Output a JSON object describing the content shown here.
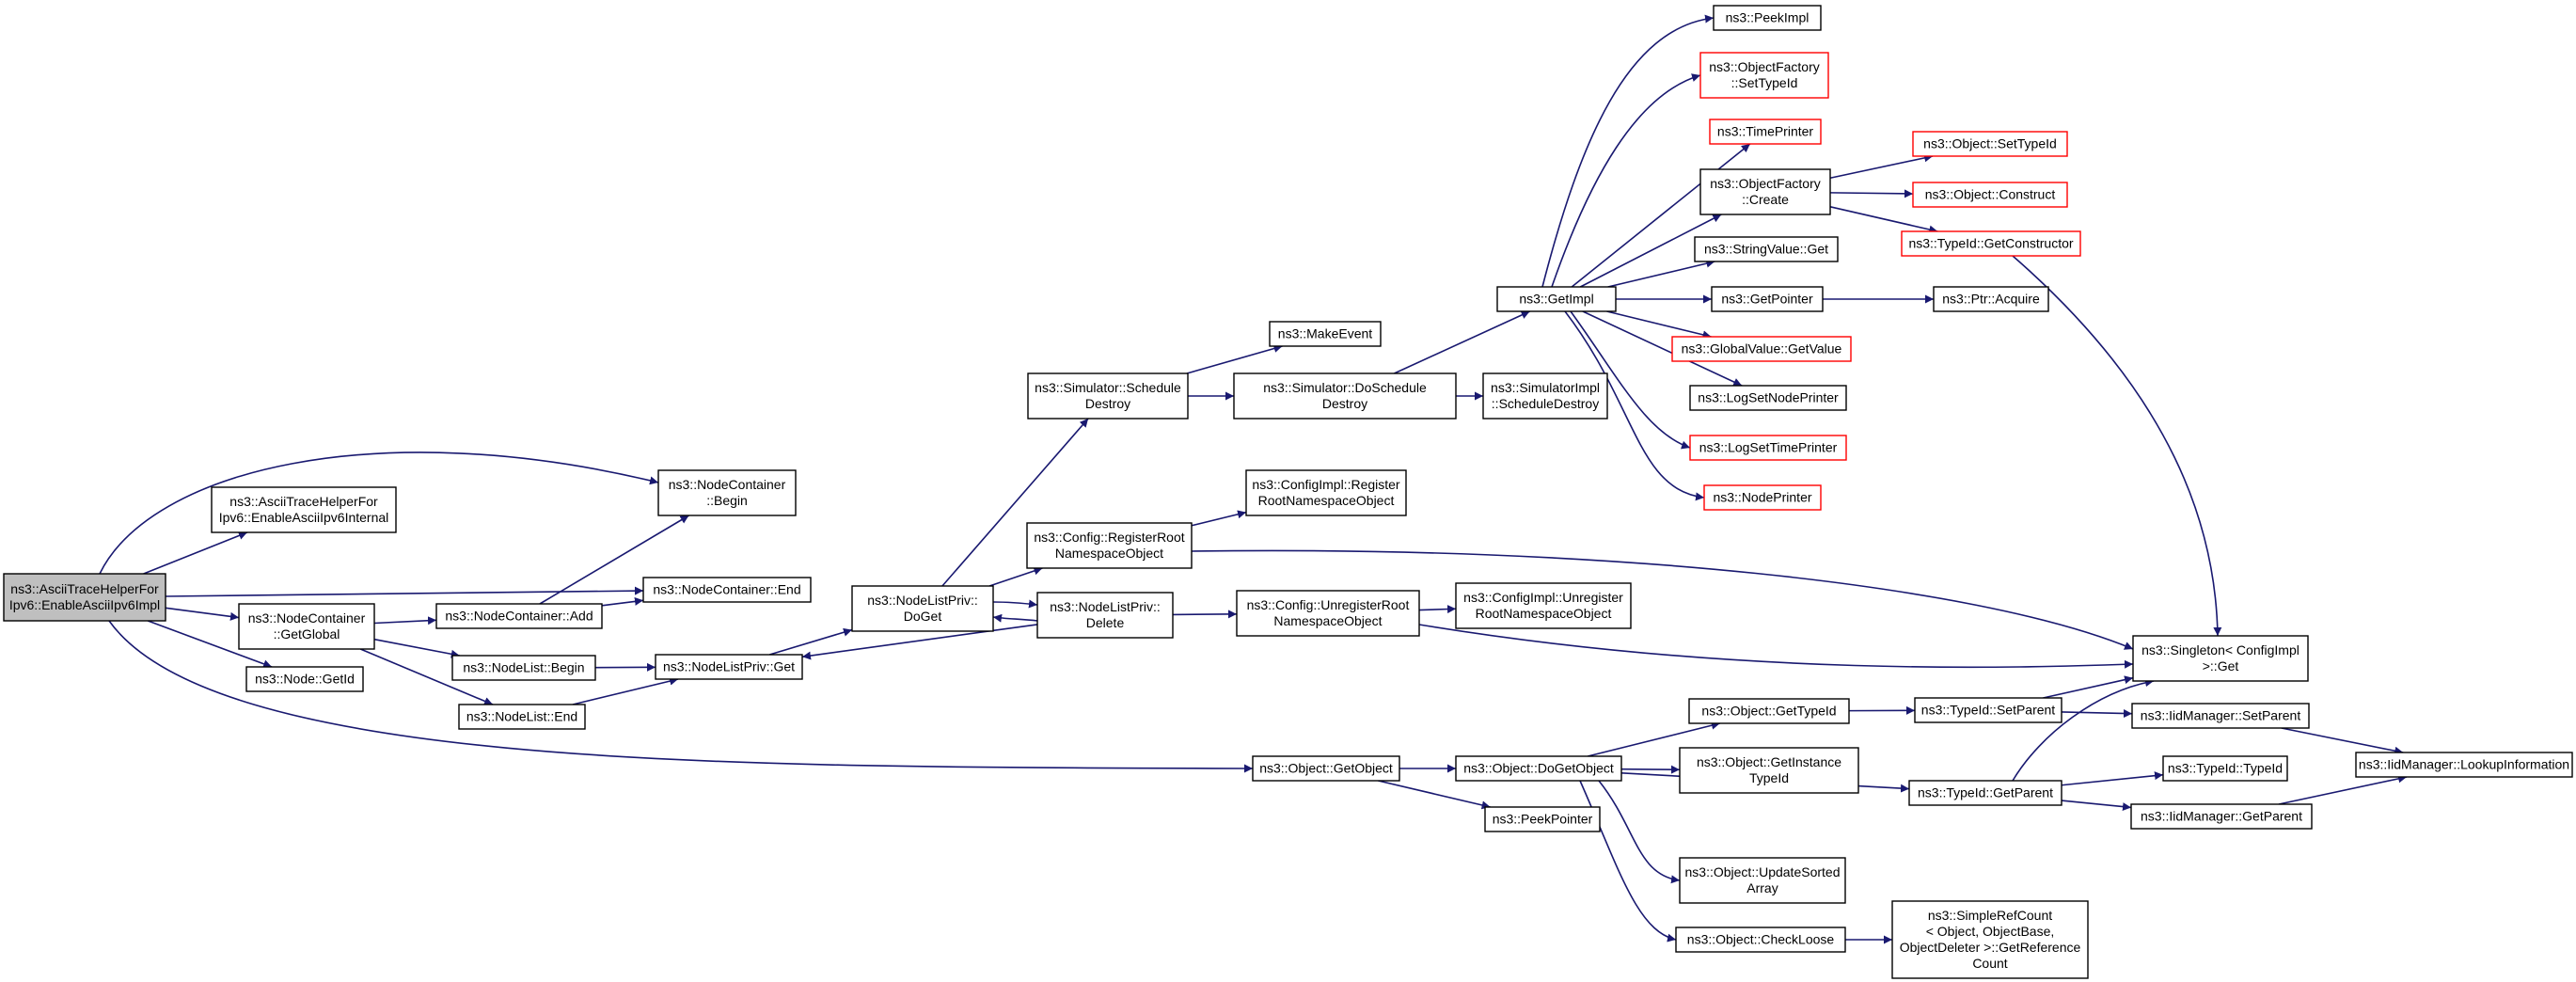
{
  "colors": {
    "edge": "#191970",
    "node_border": "#000000",
    "node_border_external": "#ff0000",
    "root_fill": "#bfbfbf",
    "node_fill": "#ffffff",
    "text": "#000000"
  },
  "nodes": [
    {
      "id": "root",
      "lines": [
        "ns3::AsciiTraceHelperFor",
        "Ipv6::EnableAsciiIpv6Impl"
      ],
      "style": "root"
    },
    {
      "id": "enableInternal",
      "lines": [
        "ns3::AsciiTraceHelperFor",
        "Ipv6::EnableAsciiIpv6Internal"
      ],
      "style": "normal"
    },
    {
      "id": "ncBegin",
      "lines": [
        "ns3::NodeContainer",
        "::Begin"
      ],
      "style": "normal"
    },
    {
      "id": "ncEnd",
      "lines": [
        "ns3::NodeContainer::End"
      ],
      "style": "normal"
    },
    {
      "id": "ncGetGlobal",
      "lines": [
        "ns3::NodeContainer",
        "::GetGlobal"
      ],
      "style": "normal"
    },
    {
      "id": "nodeGetId",
      "lines": [
        "ns3::Node::GetId"
      ],
      "style": "normal"
    },
    {
      "id": "ncAdd",
      "lines": [
        "ns3::NodeContainer::Add"
      ],
      "style": "normal"
    },
    {
      "id": "nlBegin",
      "lines": [
        "ns3::NodeList::Begin"
      ],
      "style": "normal"
    },
    {
      "id": "nlEnd",
      "lines": [
        "ns3::NodeList::End"
      ],
      "style": "normal"
    },
    {
      "id": "nlpGet",
      "lines": [
        "ns3::NodeListPriv::Get"
      ],
      "style": "normal"
    },
    {
      "id": "nlpDoGet",
      "lines": [
        "ns3::NodeListPriv::",
        "DoGet"
      ],
      "style": "normal"
    },
    {
      "id": "simScheduleDestroy",
      "lines": [
        "ns3::Simulator::Schedule",
        "Destroy"
      ],
      "style": "normal"
    },
    {
      "id": "cfgRegisterRoot",
      "lines": [
        "ns3::Config::RegisterRoot",
        "NamespaceObject"
      ],
      "style": "normal"
    },
    {
      "id": "nlpDelete",
      "lines": [
        "ns3::NodeListPriv::",
        "Delete"
      ],
      "style": "normal"
    },
    {
      "id": "makeEvent",
      "lines": [
        "ns3::MakeEvent"
      ],
      "style": "normal"
    },
    {
      "id": "simDoScheduleDestroy",
      "lines": [
        "ns3::Simulator::DoSchedule",
        "Destroy"
      ],
      "style": "normal"
    },
    {
      "id": "cfgImplRegister",
      "lines": [
        "ns3::ConfigImpl::Register",
        "RootNamespaceObject"
      ],
      "style": "normal"
    },
    {
      "id": "cfgUnregisterRoot",
      "lines": [
        "ns3::Config::UnregisterRoot",
        "NamespaceObject"
      ],
      "style": "normal"
    },
    {
      "id": "simImplScheduleDestroy",
      "lines": [
        "ns3::SimulatorImpl",
        "::ScheduleDestroy"
      ],
      "style": "normal"
    },
    {
      "id": "cfgImplUnregister",
      "lines": [
        "ns3::ConfigImpl::Unregister",
        "RootNamespaceObject"
      ],
      "style": "normal"
    },
    {
      "id": "getImpl",
      "lines": [
        "ns3::GetImpl"
      ],
      "style": "normal"
    },
    {
      "id": "peekImpl",
      "lines": [
        "ns3::PeekImpl"
      ],
      "style": "normal"
    },
    {
      "id": "ofSetTypeId",
      "lines": [
        "ns3::ObjectFactory",
        "::SetTypeId"
      ],
      "style": "external"
    },
    {
      "id": "timePrinter",
      "lines": [
        "ns3::TimePrinter"
      ],
      "style": "external"
    },
    {
      "id": "ofCreate",
      "lines": [
        "ns3::ObjectFactory",
        "::Create"
      ],
      "style": "normal"
    },
    {
      "id": "strValGet",
      "lines": [
        "ns3::StringValue::Get"
      ],
      "style": "normal"
    },
    {
      "id": "getPointer",
      "lines": [
        "ns3::GetPointer"
      ],
      "style": "normal"
    },
    {
      "id": "gvGetValue",
      "lines": [
        "ns3::GlobalValue::GetValue"
      ],
      "style": "external"
    },
    {
      "id": "logSetNodePrinter",
      "lines": [
        "ns3::LogSetNodePrinter"
      ],
      "style": "normal"
    },
    {
      "id": "logSetTimePrinter",
      "lines": [
        "ns3::LogSetTimePrinter"
      ],
      "style": "external"
    },
    {
      "id": "nodePrinter",
      "lines": [
        "ns3::NodePrinter"
      ],
      "style": "external"
    },
    {
      "id": "objSetTypeId",
      "lines": [
        "ns3::Object::SetTypeId"
      ],
      "style": "external"
    },
    {
      "id": "objConstruct",
      "lines": [
        "ns3::Object::Construct"
      ],
      "style": "external"
    },
    {
      "id": "tidGetConstructor",
      "lines": [
        "ns3::TypeId::GetConstructor"
      ],
      "style": "external"
    },
    {
      "id": "ptrAcquire",
      "lines": [
        "ns3::Ptr::Acquire"
      ],
      "style": "normal"
    },
    {
      "id": "singletonGet",
      "lines": [
        "ns3::Singleton< ConfigImpl",
        " >::Get"
      ],
      "style": "normal"
    },
    {
      "id": "objGetObject",
      "lines": [
        "ns3::Object::GetObject"
      ],
      "style": "normal"
    },
    {
      "id": "objDoGetObject",
      "lines": [
        "ns3::Object::DoGetObject"
      ],
      "style": "normal"
    },
    {
      "id": "peekPointer",
      "lines": [
        "ns3::PeekPointer"
      ],
      "style": "normal"
    },
    {
      "id": "objGetTypeId",
      "lines": [
        "ns3::Object::GetTypeId"
      ],
      "style": "normal"
    },
    {
      "id": "objGetInstanceTypeId",
      "lines": [
        "ns3::Object::GetInstance",
        "TypeId"
      ],
      "style": "normal"
    },
    {
      "id": "objUpdateSortedArray",
      "lines": [
        "ns3::Object::UpdateSorted",
        "Array"
      ],
      "style": "normal"
    },
    {
      "id": "objCheckLoose",
      "lines": [
        "ns3::Object::CheckLoose"
      ],
      "style": "normal"
    },
    {
      "id": "tidSetParent",
      "lines": [
        "ns3::TypeId::SetParent"
      ],
      "style": "normal"
    },
    {
      "id": "tidGetParent",
      "lines": [
        "ns3::TypeId::GetParent"
      ],
      "style": "normal"
    },
    {
      "id": "simpleRefCount",
      "lines": [
        "ns3::SimpleRefCount",
        "< Object, ObjectBase,",
        " ObjectDeleter >::GetReference",
        "Count"
      ],
      "style": "normal"
    },
    {
      "id": "iidSetParent",
      "lines": [
        "ns3::IidManager::SetParent"
      ],
      "style": "normal"
    },
    {
      "id": "tidTypeId",
      "lines": [
        "ns3::TypeId::TypeId"
      ],
      "style": "normal"
    },
    {
      "id": "iidGetParent",
      "lines": [
        "ns3::IidManager::GetParent"
      ],
      "style": "normal"
    },
    {
      "id": "iidLookupInformation",
      "lines": [
        "ns3::IidManager::LookupInformation"
      ],
      "style": "normal"
    }
  ],
  "edges": [
    {
      "from": "root",
      "to": "ncBegin"
    },
    {
      "from": "root",
      "to": "enableInternal"
    },
    {
      "from": "root",
      "to": "ncEnd"
    },
    {
      "from": "root",
      "to": "ncGetGlobal"
    },
    {
      "from": "root",
      "to": "nodeGetId"
    },
    {
      "from": "root",
      "to": "objGetObject"
    },
    {
      "from": "ncGetGlobal",
      "to": "ncAdd"
    },
    {
      "from": "ncGetGlobal",
      "to": "nlBegin"
    },
    {
      "from": "ncGetGlobal",
      "to": "nlEnd"
    },
    {
      "from": "ncAdd",
      "to": "ncBegin"
    },
    {
      "from": "ncAdd",
      "to": "ncEnd"
    },
    {
      "from": "nlBegin",
      "to": "nlpGet"
    },
    {
      "from": "nlEnd",
      "to": "nlpGet"
    },
    {
      "from": "nlpGet",
      "to": "nlpDoGet"
    },
    {
      "from": "nlpDoGet",
      "to": "simScheduleDestroy"
    },
    {
      "from": "nlpDoGet",
      "to": "cfgRegisterRoot"
    },
    {
      "from": "nlpDoGet",
      "to": "nlpDelete"
    },
    {
      "from": "nlpDelete",
      "to": "nlpDoGet"
    },
    {
      "from": "nlpDelete",
      "to": "nlpGet"
    },
    {
      "from": "nlpDelete",
      "to": "cfgUnregisterRoot"
    },
    {
      "from": "simScheduleDestroy",
      "to": "makeEvent"
    },
    {
      "from": "simScheduleDestroy",
      "to": "simDoScheduleDestroy"
    },
    {
      "from": "simDoScheduleDestroy",
      "to": "getImpl"
    },
    {
      "from": "simDoScheduleDestroy",
      "to": "simImplScheduleDestroy"
    },
    {
      "from": "cfgRegisterRoot",
      "to": "cfgImplRegister"
    },
    {
      "from": "cfgRegisterRoot",
      "to": "singletonGet"
    },
    {
      "from": "cfgUnregisterRoot",
      "to": "cfgImplUnregister"
    },
    {
      "from": "cfgUnregisterRoot",
      "to": "singletonGet"
    },
    {
      "from": "getImpl",
      "to": "peekImpl"
    },
    {
      "from": "getImpl",
      "to": "ofSetTypeId"
    },
    {
      "from": "getImpl",
      "to": "timePrinter"
    },
    {
      "from": "getImpl",
      "to": "ofCreate"
    },
    {
      "from": "getImpl",
      "to": "strValGet"
    },
    {
      "from": "getImpl",
      "to": "getPointer"
    },
    {
      "from": "getImpl",
      "to": "gvGetValue"
    },
    {
      "from": "getImpl",
      "to": "logSetNodePrinter"
    },
    {
      "from": "getImpl",
      "to": "logSetTimePrinter"
    },
    {
      "from": "getImpl",
      "to": "nodePrinter"
    },
    {
      "from": "ofCreate",
      "to": "objSetTypeId"
    },
    {
      "from": "ofCreate",
      "to": "objConstruct"
    },
    {
      "from": "ofCreate",
      "to": "tidGetConstructor"
    },
    {
      "from": "tidGetConstructor",
      "to": "singletonGet"
    },
    {
      "from": "getPointer",
      "to": "ptrAcquire"
    },
    {
      "from": "objGetObject",
      "to": "objDoGetObject"
    },
    {
      "from": "objGetObject",
      "to": "peekPointer"
    },
    {
      "from": "objDoGetObject",
      "to": "objGetTypeId"
    },
    {
      "from": "objDoGetObject",
      "to": "objGetInstanceTypeId"
    },
    {
      "from": "objDoGetObject",
      "to": "tidGetParent"
    },
    {
      "from": "objDoGetObject",
      "to": "objUpdateSortedArray"
    },
    {
      "from": "objDoGetObject",
      "to": "objCheckLoose"
    },
    {
      "from": "objGetTypeId",
      "to": "tidSetParent"
    },
    {
      "from": "objCheckLoose",
      "to": "simpleRefCount"
    },
    {
      "from": "tidSetParent",
      "to": "singletonGet"
    },
    {
      "from": "tidSetParent",
      "to": "iidSetParent"
    },
    {
      "from": "tidGetParent",
      "to": "singletonGet"
    },
    {
      "from": "tidGetParent",
      "to": "tidTypeId"
    },
    {
      "from": "tidGetParent",
      "to": "iidGetParent"
    },
    {
      "from": "iidSetParent",
      "to": "iidLookupInformation"
    },
    {
      "from": "iidGetParent",
      "to": "iidLookupInformation"
    }
  ]
}
